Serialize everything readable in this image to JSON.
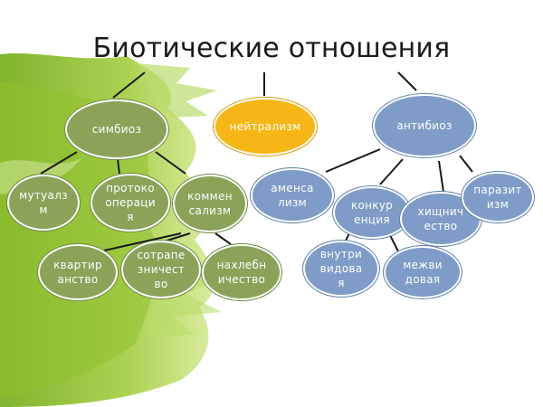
{
  "title": "Биотические отношения",
  "colors": {
    "green_node": "#8aa359",
    "blue_node": "#7e9cc7",
    "orange_node": "#f7b616",
    "background_brush": "#9cc93a"
  },
  "nodes": {
    "symbiosis": "симбиоз",
    "neutralism": "нейтрализм",
    "antibiosis": "антибиоз",
    "mutualism": "мутуалз\nм",
    "protocooperation": "протоко\nопераци\nя",
    "commensalism": "коммен\nсализм",
    "cohabitation": "квартир\nанство",
    "commensal_feeding": "сотрапе\nзничест\nво",
    "freeloading": "нахлебн\nичество",
    "amensalism": "аменса\nлизм",
    "competition": "конкур\nенция",
    "predation": "хищнич\nество",
    "parasitism": "паразит\nизм",
    "intraspecific": "внутри\nвидова\nя",
    "interspecific": "межви\nдовая"
  }
}
